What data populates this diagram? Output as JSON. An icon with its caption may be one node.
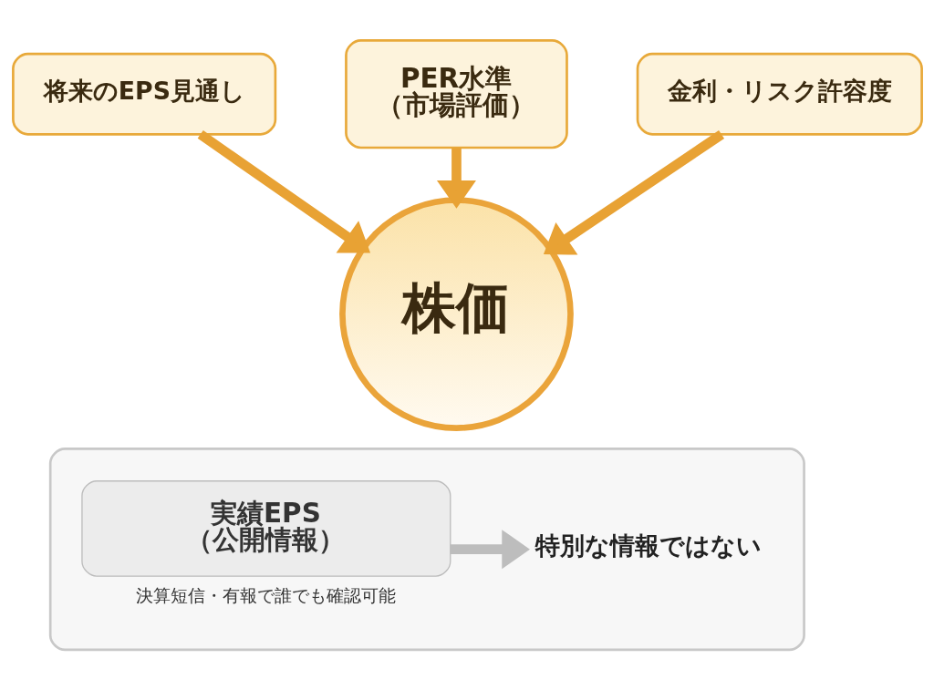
{
  "diagram": {
    "nodes": [
      {
        "text": [
          "PER水準",
          "（市場評価）"
        ]
      },
      {
        "text": [
          "将来のEPS見通し"
        ]
      },
      {
        "text": [
          "金利・リスク許容度"
        ]
      },
      {
        "text": [
          "株価"
        ]
      },
      {
        "text": [],
        "shape": "box"
      },
      {
        "text": [
          "実績EPS",
          "（公開情報）"
        ],
        "in": 4,
        "beside": [
          "決算短信・有報で誰でも確認可能"
        ]
      },
      {
        "text": [
          "特別な情報ではない"
        ],
        "in": 4
      }
    ],
    "edges": [
      {
        "from": 1,
        "to": 3,
        "arrow": "to"
      },
      {
        "from": 0,
        "to": 3,
        "arrow": "to"
      },
      {
        "from": 2,
        "to": 3,
        "arrow": "to"
      },
      {
        "from": 5,
        "to": 6,
        "arrow": "to",
        "color": "#bdbdbd"
      }
    ]
  }
}
